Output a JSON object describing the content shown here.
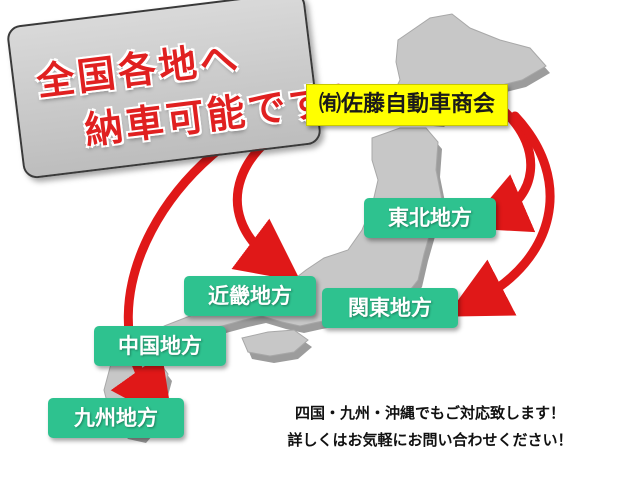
{
  "headline": {
    "line1": "全国各地へ",
    "line2": "納車可能です！"
  },
  "company": "㈲佐藤自動車商会",
  "regions": {
    "tohoku": "東北地方",
    "kinki": "近畿地方",
    "kanto": "関東地方",
    "chugoku": "中国地方",
    "kyushu": "九州地方"
  },
  "note": {
    "line1": "四国・九州・沖縄でもご対応致します！",
    "line2": "詳しくはお気軽にお問い合わせください！"
  },
  "colors": {
    "headline": "#e02020",
    "company_bg": "#ffff00",
    "region_bg": "#2ec28f",
    "arrow": "#e01818",
    "map": "#c7c7c7"
  }
}
